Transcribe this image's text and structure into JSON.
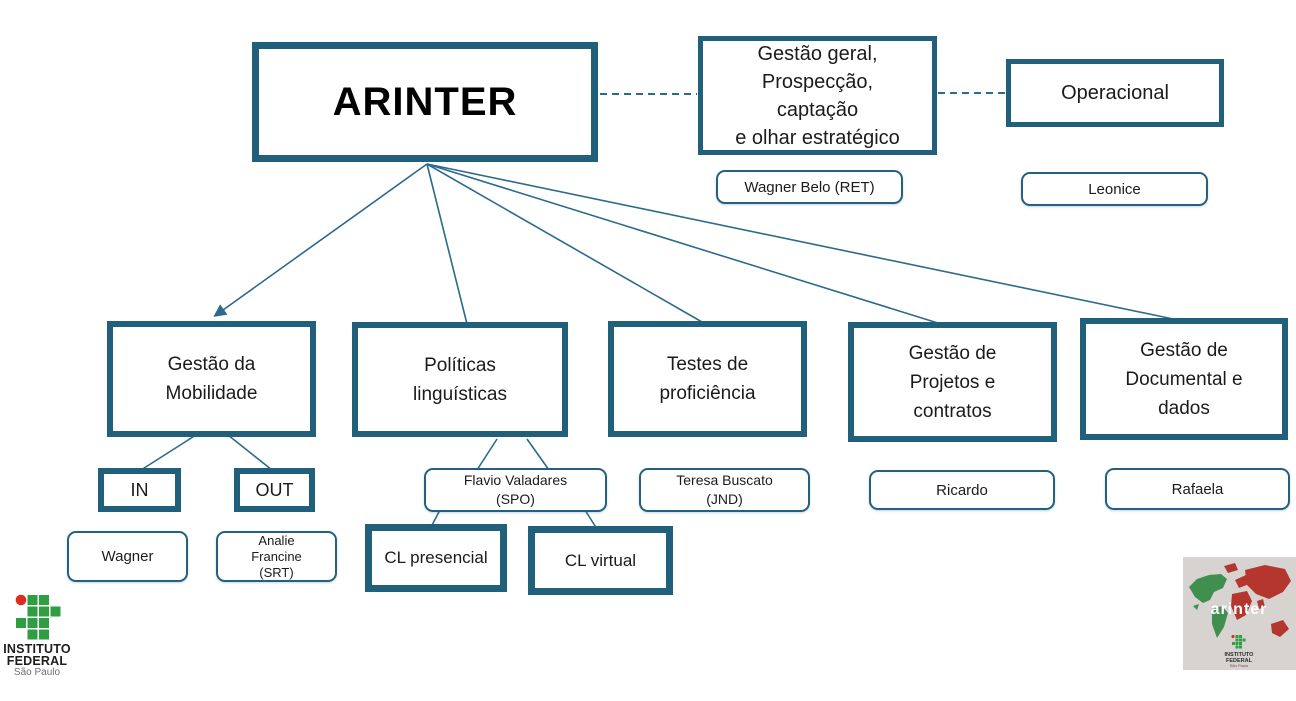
{
  "root": {
    "label": "ARINTER"
  },
  "staff_row": [
    {
      "label": "Gestão geral,\nProspecção,\ncaptação\ne olhar estratégico",
      "person": "Wagner Belo (RET)"
    },
    {
      "label": "Operacional",
      "person": "Leonice"
    }
  ],
  "departments": [
    {
      "label": "Gestão da\nMobilidade",
      "units": [
        {
          "label": "IN",
          "person": "Wagner"
        },
        {
          "label": "OUT",
          "person": "Analie\nFrancine\n(SRT)"
        }
      ]
    },
    {
      "label": "Políticas\nlinguísticas",
      "person": "Flavio Valadares\n(SPO)",
      "units": [
        {
          "label": "CL presencial"
        },
        {
          "label": "CL virtual"
        }
      ]
    },
    {
      "label": "Testes de\nproficiência",
      "person": "Teresa Buscato\n(JND)"
    },
    {
      "label": "Gestão de\nProjetos e\ncontratos",
      "person": "Ricardo"
    },
    {
      "label": "Gestão de\nDocumental e\ndados",
      "person": "Rafaela"
    }
  ],
  "branding": {
    "institute_logo": {
      "line1": "INSTITUTO",
      "line2": "FEDERAL",
      "line3": "São Paulo"
    },
    "map_badge": {
      "wordmark": "arinter",
      "line1": "INSTITUTO",
      "line2": "FEDERAL",
      "line3": "São Paulo"
    }
  },
  "colors": {
    "box_border": "#20607a",
    "connector": "#2d6a8c",
    "text": "#1b1b1b",
    "logo_green": "#2f9e41",
    "logo_red": "#e02b20",
    "map_bg": "#d7d3d0",
    "map_green": "#3f8f4f",
    "map_red": "#b5352f"
  }
}
